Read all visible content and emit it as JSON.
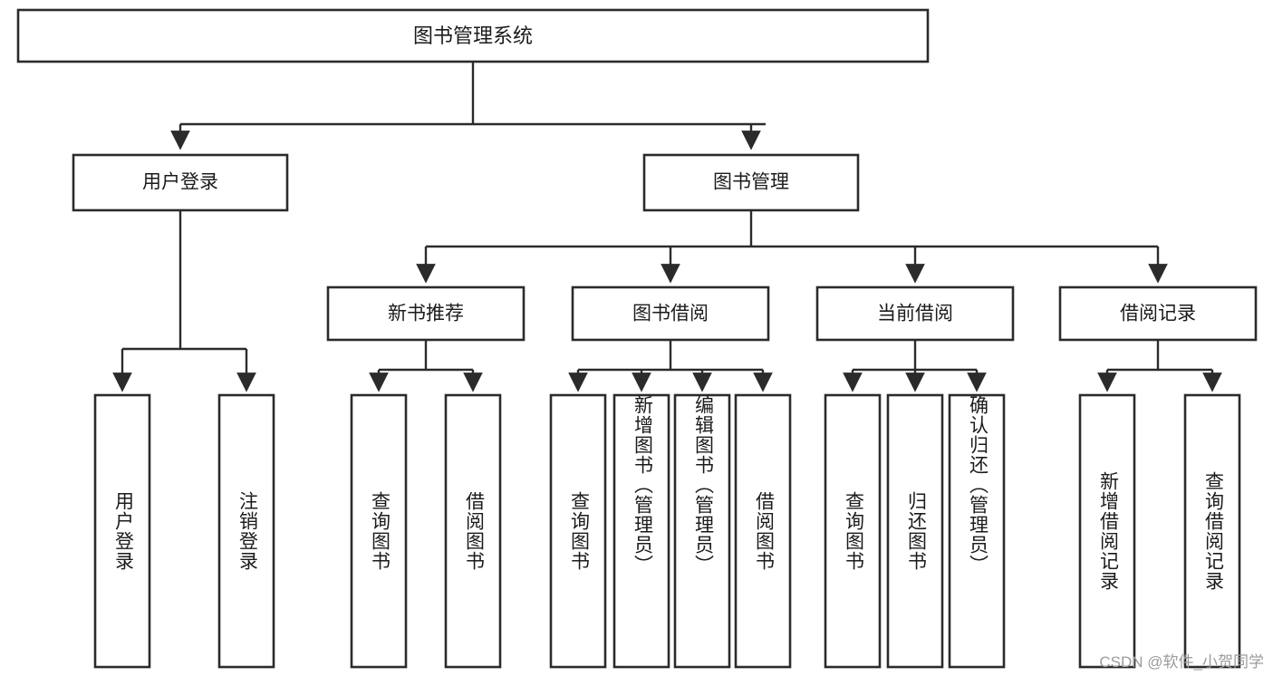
{
  "diagram": {
    "title": "图书管理系统",
    "type": "tree-hierarchy-diagram",
    "root": {
      "label": "图书管理系统"
    },
    "level1": [
      {
        "label": "用户登录"
      },
      {
        "label": "图书管理"
      }
    ],
    "level2": [
      {
        "label": "新书推荐"
      },
      {
        "label": "图书借阅"
      },
      {
        "label": "当前借阅"
      },
      {
        "label": "借阅记录"
      }
    ],
    "leaves": {
      "user_login": [
        {
          "label": "用户登录"
        },
        {
          "label": "注销登录"
        }
      ],
      "new_book_recommend": [
        {
          "label": "查询图书"
        },
        {
          "label": "借阅图书"
        }
      ],
      "book_borrow": [
        {
          "label": "查询图书"
        },
        {
          "label": "新增图书（管理员）"
        },
        {
          "label": "编辑图书（管理员）"
        },
        {
          "label": "借阅图书"
        }
      ],
      "current_borrow": [
        {
          "label": "查询图书"
        },
        {
          "label": "归还图书"
        },
        {
          "label": "确认归还（管理员）"
        }
      ],
      "borrow_record": [
        {
          "label": "新增借阅记录"
        },
        {
          "label": "查询借阅记录"
        }
      ]
    }
  },
  "watermark": {
    "text": "CSDN @软件_小贺同学"
  },
  "colors": {
    "box_stroke": "#2b2b2b",
    "box_fill": "#ffffff",
    "text": "#1b1b1b",
    "watermark": "#9b9b9b",
    "background": "#ffffff"
  }
}
